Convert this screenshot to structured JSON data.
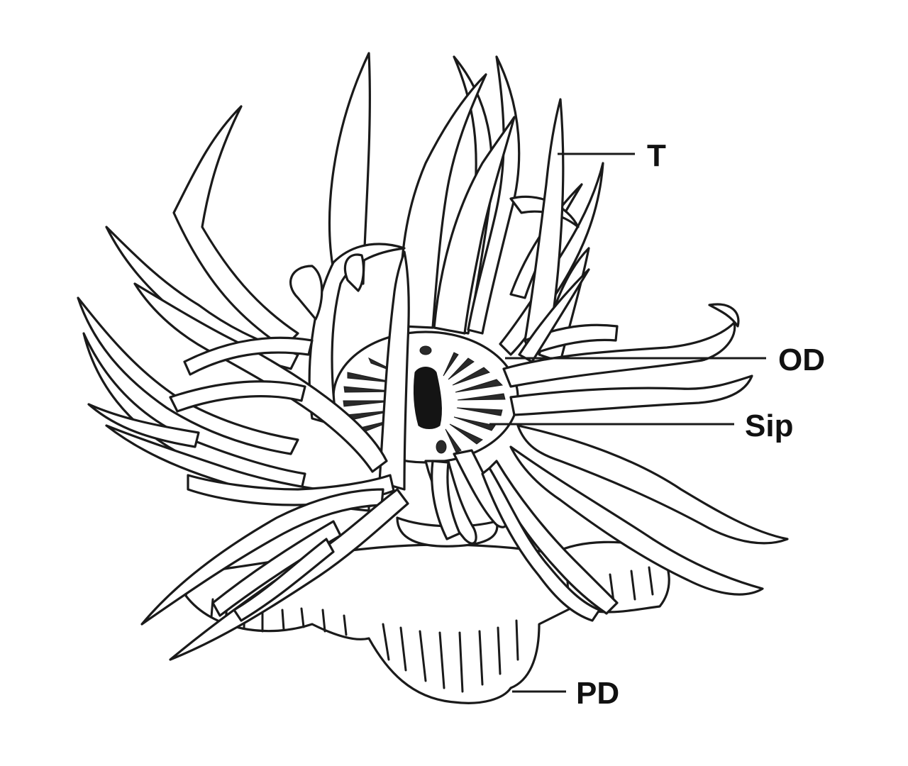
{
  "labels": {
    "tentacle": "T",
    "oral_disc": "OD",
    "siphonoglyph": "Sip",
    "pedal_disc": "PD"
  },
  "colors": {
    "ink": "#1a1a1a",
    "background": "#ffffff"
  }
}
